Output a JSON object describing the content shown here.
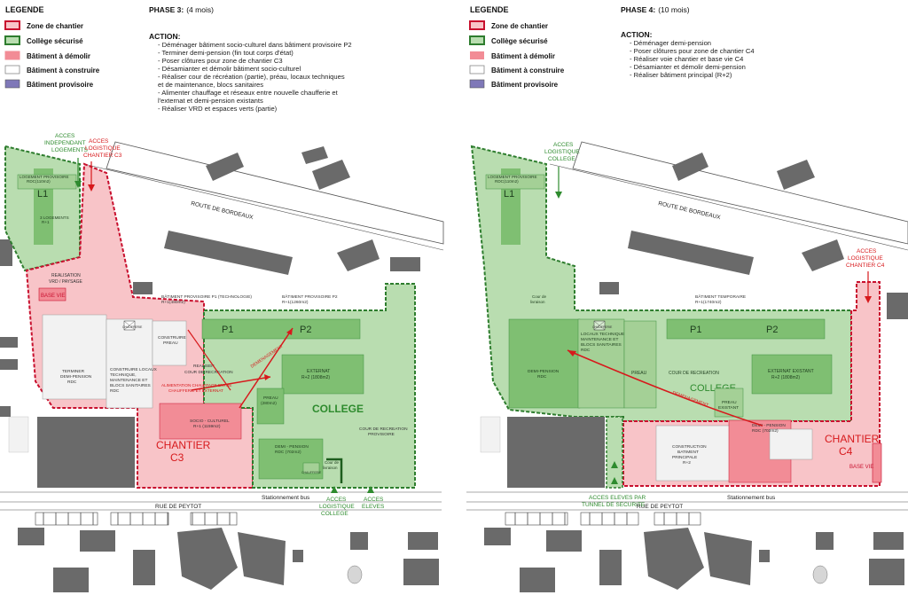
{
  "colors": {
    "site_border": "#c8102e",
    "site_fill": "#f8c4c8",
    "secure_border": "#2e7d2e",
    "secure_fill": "#b9ddb0",
    "demolish": "#f28c96",
    "build": "#f2f2f2",
    "temporary": "#7f78b8",
    "bldg_dark": "#6a6a6a",
    "bldg_light": "#d6d6d6",
    "green_text": "#2e8b2e",
    "red_text": "#d7191c"
  },
  "legend": {
    "title": "LEGENDE",
    "items": [
      {
        "label": "Zone de chantier",
        "icon": "swatch-zone-chantier"
      },
      {
        "label": "Collège sécurisé",
        "icon": "swatch-college-securise"
      },
      {
        "label": "Bâtiment à démolir",
        "icon": "swatch-batiment-demolir"
      },
      {
        "label": "Bâtiment à construire",
        "icon": "swatch-batiment-construire"
      },
      {
        "label": "Bâtiment provisoire",
        "icon": "swatch-batiment-provisoire"
      }
    ]
  },
  "phase3": {
    "title": "PHASE 3:",
    "duration": "(4 mois)",
    "action_title": "ACTION:",
    "actions": [
      "- Déménager bâtiment socio-culturel dans bâtiment provisoire P2",
      "- Terminer demi-pension (fin tout corps d'état)",
      "- Poser clôtures pour zone de chantier C3",
      "- Désamianter et démolir bâtiment socio-culturel",
      "- Réaliser cour de récréation (partie), préau, locaux techniques",
      "  et de maintenance, blocs sanitaires",
      "- Alimenter chauffage et réseaux entre nouvelle chaufferie et",
      "  l'externat et demi-pension existants",
      "- Réaliser VRD et espaces verts (partie)"
    ],
    "labels": {
      "acces_logements": [
        "ACCES",
        "INDEPENDANT",
        "LOGEMENTS"
      ],
      "acces_logistique": [
        "ACCES",
        "LOGISTIQUE",
        "CHANTIER C3"
      ],
      "route": "ROUTE DE BORDEAUX",
      "logement_provisoire": [
        "LOGEMENT PROVISOIRE",
        "RDC(110m2)"
      ],
      "l1": "L1",
      "logements": [
        "3 LOGEMENTS",
        "R+1"
      ],
      "realisation": [
        "REALISATION",
        "VRD / PAYSAGE"
      ],
      "base_vie": "BASE VIE",
      "bp1": [
        "BÂTIMENT PROVISOIRE P1 (TECHNOLOGIE)",
        "R+1(480m2)"
      ],
      "bp2": [
        "BÂTIMENT PROVISOIRE P2",
        "R+1(1260m2)"
      ],
      "p1": "P1",
      "p2": "P2",
      "chaufferie": "CHAUFFERIE",
      "construire_preau": [
        "CONSTRUIRE",
        "PREAU"
      ],
      "terminer_dp": [
        "TERMINER",
        "DEMI-PENSION",
        "RDC"
      ],
      "construire_locaux": [
        "CONSTRUIRE LOCAUX",
        "TECHNIQUE,",
        "MAINTENANCE ET",
        "BLOCS SANITAIRES",
        "RDC"
      ],
      "realiser_cour": [
        "REALISER",
        "COUR DE RECREATION"
      ],
      "alimentation": [
        "ALIMENTATION CHAUFFAGE ENTRE",
        "CHAUFFERIE ET EXTERNAT"
      ],
      "demenagement": "DEMENAGEMENT",
      "externat": [
        "EXTERNAT",
        "R+2 (1808m2)"
      ],
      "preau": [
        "PREAU",
        "(280m2)"
      ],
      "college": "COLLEGE",
      "socio": [
        "SOCIO - CULTUREL",
        "R+1 (1159m2)"
      ],
      "chantier": [
        "CHANTIER",
        "C3"
      ],
      "demi_pension": [
        "DEMI - PENSION",
        "RDC (702m2)"
      ],
      "cour_provisoire": [
        "COUR DE RECREATION",
        "PROVISOIRE"
      ],
      "cour_livraison": [
        "Cour de",
        "livraison"
      ],
      "chaufferie2": "CHAUFFERIE",
      "stationnement": "Stationnement bus",
      "rue": "RUE DE PEYTOT",
      "acces_log_college": [
        "ACCES",
        "LOGISTIQUE",
        "COLLEGE"
      ],
      "acces_eleves": [
        "ACCES",
        "ELEVES"
      ]
    }
  },
  "phase4": {
    "title": "PHASE 4:",
    "duration": "(10 mois)",
    "action_title": "ACTION:",
    "actions": [
      "- Déménager demi-pension",
      "- Poser clôtures pour zone de chantier C4",
      "- Réaliser voie chantier et base vie C4",
      "- Désamianter et démolir demi-pension",
      "- Réaliser bâtiment principal (R+2)"
    ],
    "labels": {
      "acces_logistique_college": [
        "ACCES",
        "LOGISTIQUE",
        "COLLEGE"
      ],
      "acces_logistique_c4": [
        "ACCES",
        "LOGISTIQUE",
        "CHANTIER C4"
      ],
      "route": "ROUTE DE BORDEAUX",
      "logement_provisoire": [
        "LOGEMENT PROVISOIRE",
        "RDC(110m2)"
      ],
      "l1": "L1",
      "cour_livraison": [
        "Cour de",
        "livraison"
      ],
      "batiment_temporaire": [
        "BÂTIMENT TEMPORAIRE",
        "R+1(1740m2)"
      ],
      "p1": "P1",
      "p2": "P2",
      "chaufferie": "CHAUFFERIE",
      "locaux": [
        "LOCAUX TECHNIQUE,",
        "MAINTENANCE ET",
        "BLOCS SANITAIRES",
        "RDC"
      ],
      "demi_pension": [
        "DEMI-PENSION",
        "RDC"
      ],
      "preau": "PREAU",
      "cour": "COUR DE RECREATION",
      "externat": [
        "EXTERNAT EXISTANT",
        "R+2 (1808m2)"
      ],
      "college": "COLLEGE",
      "demenagement": "DEMENAGEMENT",
      "preau_existant": [
        "PREAU",
        "EXISTANT"
      ],
      "demi_pension_c4": [
        "DEMI - PENSION",
        "RDC (702m2)"
      ],
      "construction": [
        "CONSTRUCTION",
        "BATIMENT",
        "PRINCIPALE",
        "R+2"
      ],
      "chantier": [
        "CHANTIER",
        "C4"
      ],
      "base_vie": "BASE VIE",
      "acces_tunnel": [
        "ACCES ELEVES PAR",
        "TUNNEL DE SECURITE"
      ],
      "stationnement": "Stationnement bus",
      "rue": "RUE DE PEYTOT"
    }
  }
}
